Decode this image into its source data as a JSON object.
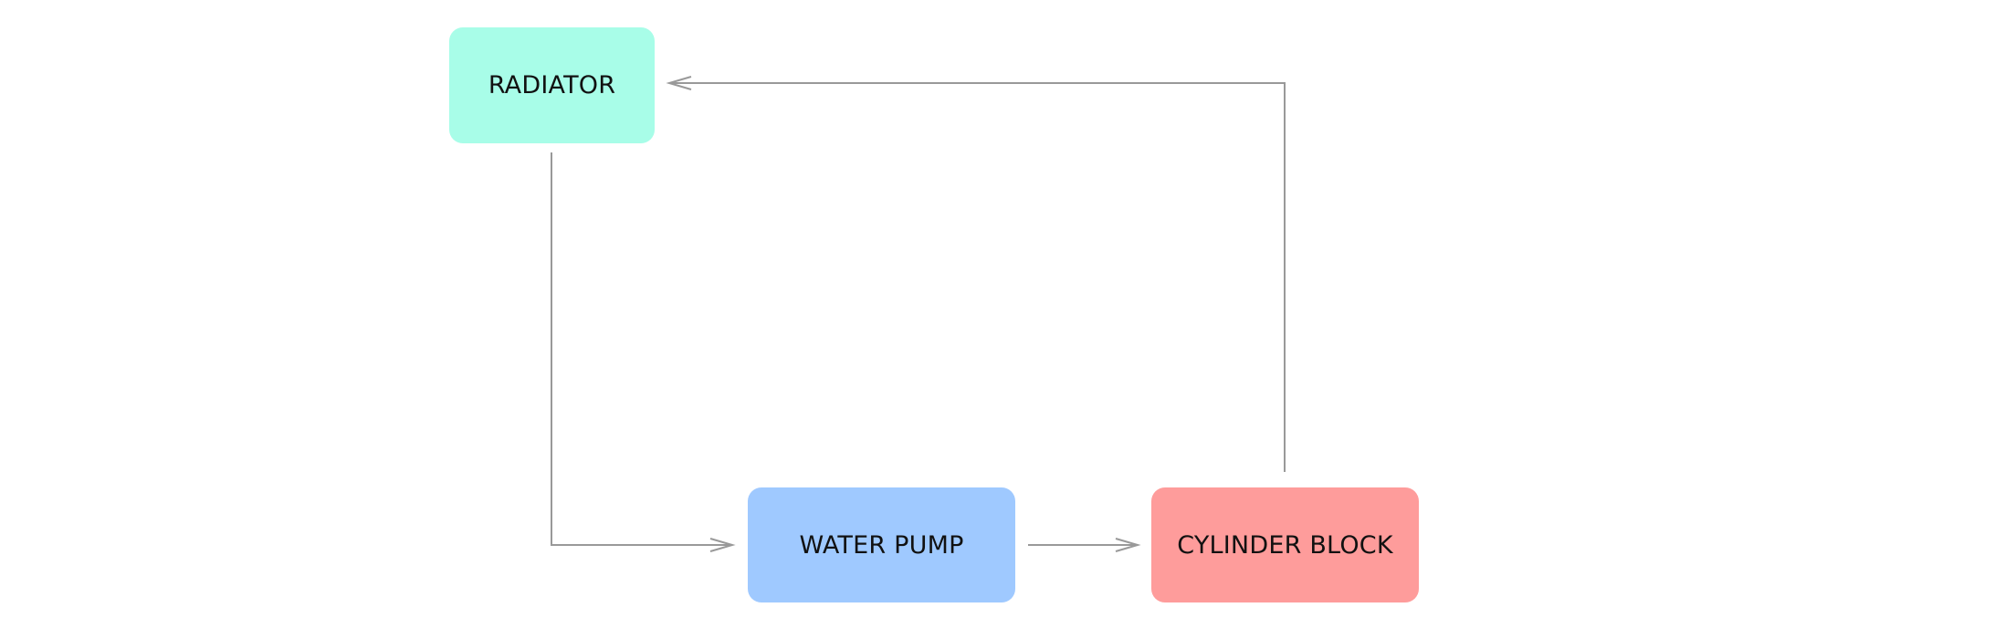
{
  "diagram": {
    "nodes": {
      "radiator": {
        "label": "RADIATOR",
        "color": "#a8fde8"
      },
      "water_pump": {
        "label": "WATER PUMP",
        "color": "#9fc9ff"
      },
      "cylinder_block": {
        "label": "CYLINDER BLOCK",
        "color": "#fe9c9b"
      }
    },
    "edges": [
      {
        "from": "RADIATOR",
        "to": "WATER PUMP"
      },
      {
        "from": "WATER PUMP",
        "to": "CYLINDER BLOCK"
      },
      {
        "from": "CYLINDER BLOCK",
        "to": "RADIATOR"
      }
    ],
    "edge_color": "#999999"
  }
}
